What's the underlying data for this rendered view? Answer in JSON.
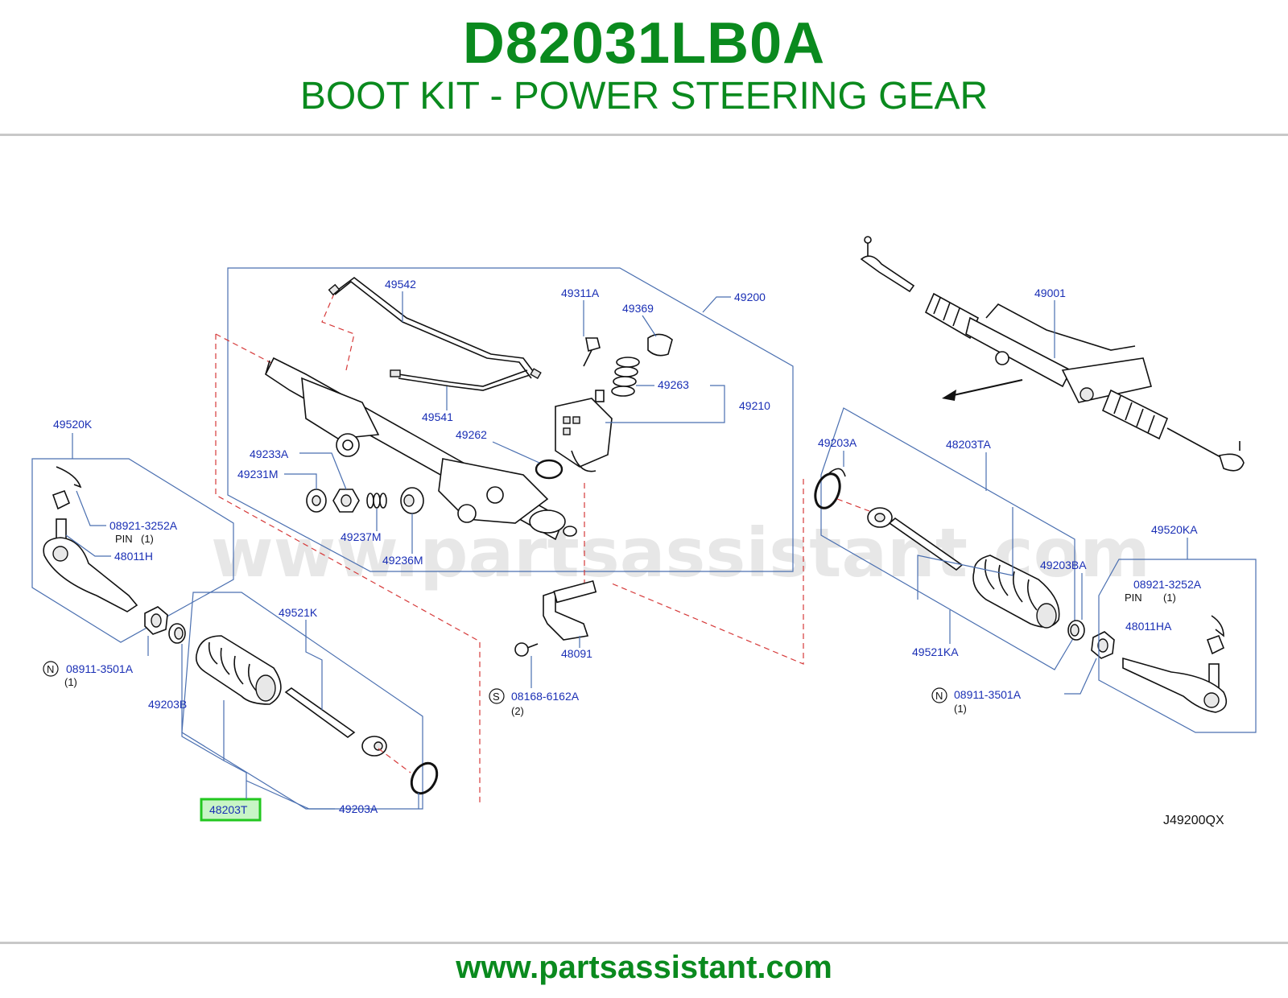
{
  "header": {
    "part_number": "D82031LB0A",
    "title": "BOOT KIT - POWER STEERING GEAR"
  },
  "diagram": {
    "watermark": "www.partsassistant.com",
    "reference": "J49200QX",
    "highlight_color": "#22c71f",
    "text_color": "#0a8a1e",
    "label_color": "#1a2fb5",
    "labels": {
      "l49542": "49542",
      "l49311a": "49311A",
      "l49369": "49369",
      "l49200": "49200",
      "l49263": "49263",
      "l49210": "49210",
      "l49541": "49541",
      "l49262": "49262",
      "l49233a": "49233A",
      "l49231m": "49231M",
      "l49237m": "49237M",
      "l49236m": "49236M",
      "l49520k": "49520K",
      "l08921_left": "08921-3252A",
      "pin_left": "PIN",
      "pin_left_qty": "(1)",
      "l48011h": "48011H",
      "l08911_left": "08911-3501A",
      "n_left": "N",
      "n_left_qty": "(1)",
      "l49521k": "49521K",
      "l49203b": "49203B",
      "l48203t": "48203T",
      "l49203a_bottom": "49203A",
      "l48091": "48091",
      "l08168": "08168-6162A",
      "s_mark": "S",
      "s_qty": "(2)",
      "l49001": "49001",
      "l49203a_right": "49203A",
      "l48203ta": "48203TA",
      "l49520ka": "49520KA",
      "l49203ba": "49203BA",
      "l08921_right": "08921-3252A",
      "pin_right": "PIN",
      "pin_right_qty": "(1)",
      "l48011ha": "48011HA",
      "l49521ka": "49521KA",
      "l08911_right": "08911-3501A",
      "n_right": "N",
      "n_right_qty": "(1)"
    }
  },
  "footer": {
    "url": "www.partsassistant.com"
  }
}
